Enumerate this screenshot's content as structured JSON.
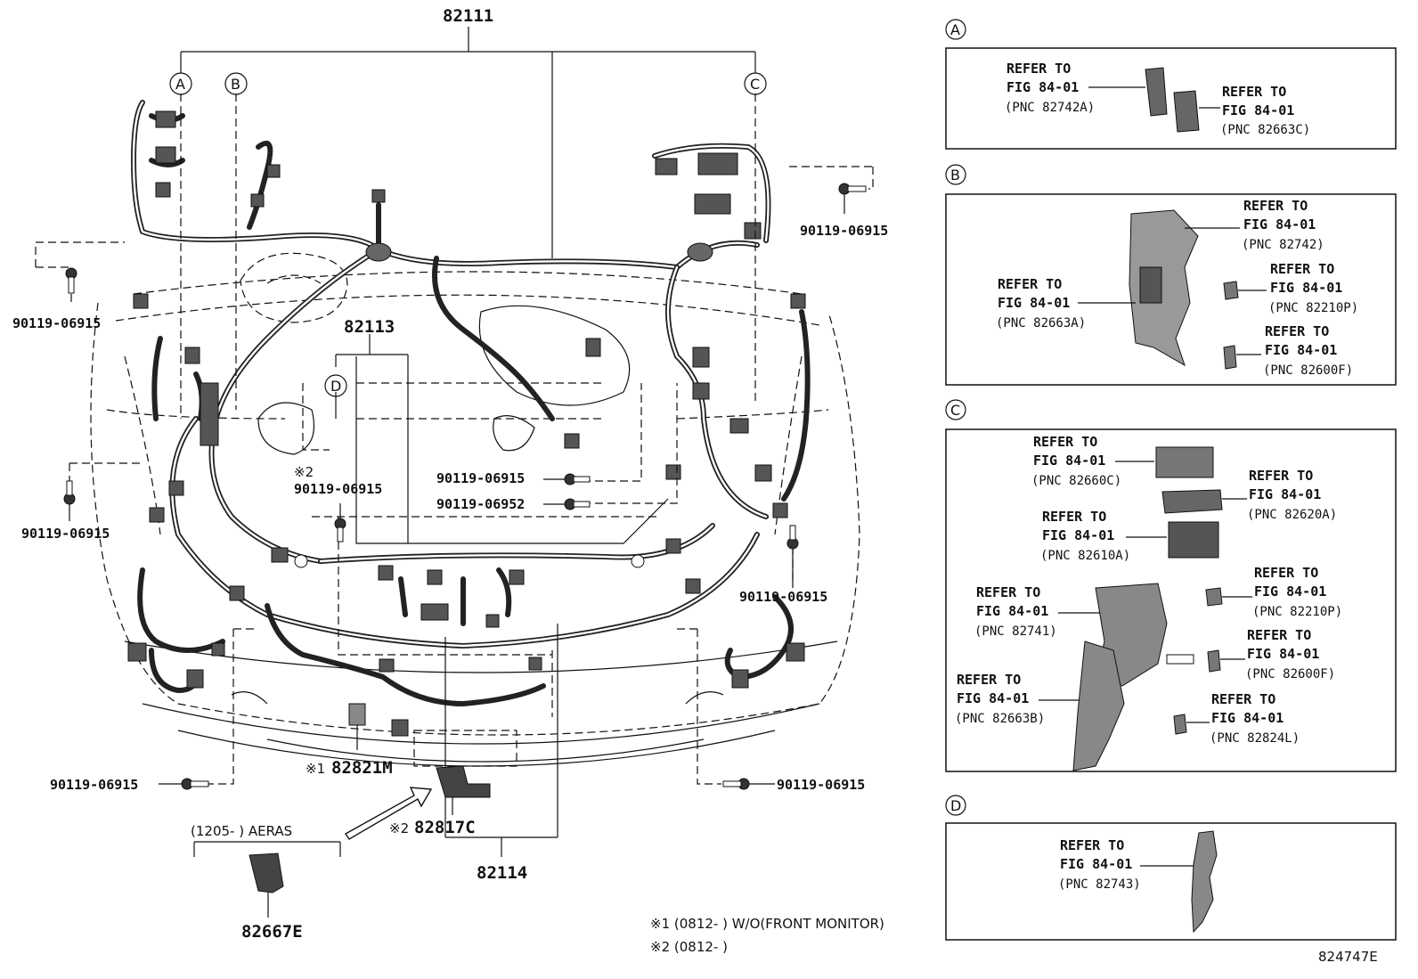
{
  "main": {
    "labels": {
      "p82111": "82111",
      "p82113": "82113",
      "p82114": "82114",
      "p82667e": "82667E",
      "p82821m": "82821M",
      "p82817c": "82817C",
      "mark1": "※1",
      "mark2": "※2",
      "mark2b": "※2",
      "bolt_tl": "90119-06915",
      "bolt_ml": "90119-06915",
      "bolt_bl": "90119-06915",
      "bolt_tr": "90119-06915",
      "bolt_mr": "90119-06915",
      "bolt_br": "90119-06915",
      "bolt_c1": "90119-06915",
      "bolt_c2": "90119-06952",
      "bolt_c3": "90119-06915"
    },
    "callouts": [
      "A",
      "B",
      "C",
      "D"
    ],
    "aeras_label": "(1205-      ) AERAS",
    "footnote1": "※1 (0812-      ) W/O(FRONT MONITOR)",
    "footnote2": "※2 (0812-      )",
    "diagram_id": "824747E"
  },
  "panels": [
    {
      "letter": "A",
      "refs": [
        [
          "REFER TO",
          "FIG 84-01",
          "(PNC 82742A)"
        ],
        [
          "REFER TO",
          "FIG 84-01",
          "(PNC 82663C)"
        ]
      ]
    },
    {
      "letter": "B",
      "refs": [
        [
          "REFER TO",
          "FIG 84-01",
          "(PNC 82742)"
        ],
        [
          "REFER TO",
          "FIG 84-01",
          "(PNC 82663A)"
        ],
        [
          "REFER TO",
          "FIG 84-01",
          "(PNC 82210P)"
        ],
        [
          "REFER TO",
          "FIG 84-01",
          "(PNC 82600F)"
        ]
      ]
    },
    {
      "letter": "C",
      "refs": [
        [
          "REFER TO",
          "FIG 84-01",
          "(PNC 82660C)"
        ],
        [
          "REFER TO",
          "FIG 84-01",
          "(PNC 82620A)"
        ],
        [
          "REFER TO",
          "FIG 84-01",
          "(PNC 82610A)"
        ],
        [
          "REFER TO",
          "FIG 84-01",
          "(PNC 82210P)"
        ],
        [
          "REFER TO",
          "FIG 84-01",
          "(PNC 82741)"
        ],
        [
          "REFER TO",
          "FIG 84-01",
          "(PNC 82600F)"
        ],
        [
          "REFER TO",
          "FIG 84-01",
          "(PNC 82663B)"
        ],
        [
          "REFER TO",
          "FIG 84-01",
          "(PNC 82824L)"
        ]
      ]
    },
    {
      "letter": "D",
      "refs": [
        [
          "REFER TO",
          "FIG 84-01",
          "(PNC 82743)"
        ]
      ]
    }
  ]
}
